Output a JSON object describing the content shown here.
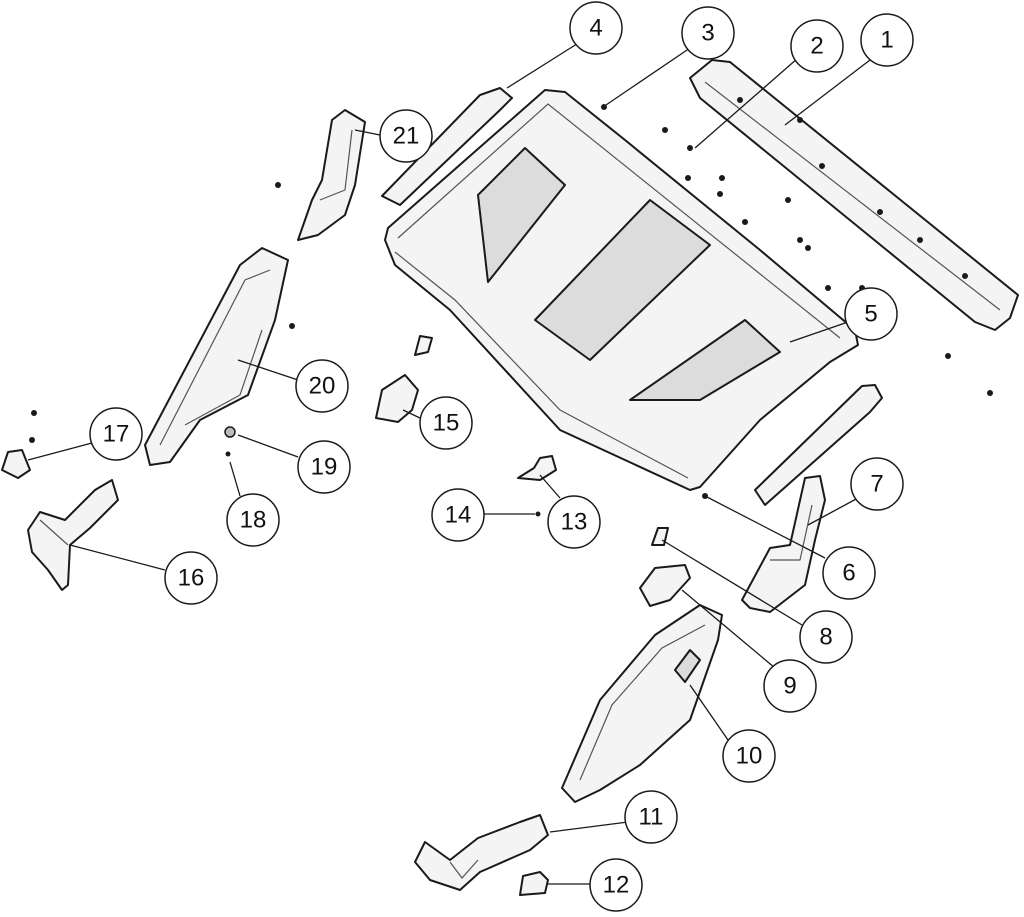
{
  "callouts": [
    {
      "id": "1",
      "label": "1"
    },
    {
      "id": "2",
      "label": "2"
    },
    {
      "id": "3",
      "label": "3"
    },
    {
      "id": "4",
      "label": "4"
    },
    {
      "id": "5",
      "label": "5"
    },
    {
      "id": "6",
      "label": "6"
    },
    {
      "id": "7",
      "label": "7"
    },
    {
      "id": "8",
      "label": "8"
    },
    {
      "id": "9",
      "label": "9"
    },
    {
      "id": "10",
      "label": "10"
    },
    {
      "id": "11",
      "label": "11"
    },
    {
      "id": "12",
      "label": "12"
    },
    {
      "id": "13",
      "label": "13"
    },
    {
      "id": "14",
      "label": "14"
    },
    {
      "id": "15",
      "label": "15"
    },
    {
      "id": "16",
      "label": "16"
    },
    {
      "id": "17",
      "label": "17"
    },
    {
      "id": "18",
      "label": "18"
    },
    {
      "id": "19",
      "label": "19"
    },
    {
      "id": "20",
      "label": "20"
    },
    {
      "id": "21",
      "label": "21"
    }
  ],
  "colors": {
    "line": "#1a1a1a",
    "part_fill": "#f4f4f4",
    "background": "#ffffff"
  }
}
